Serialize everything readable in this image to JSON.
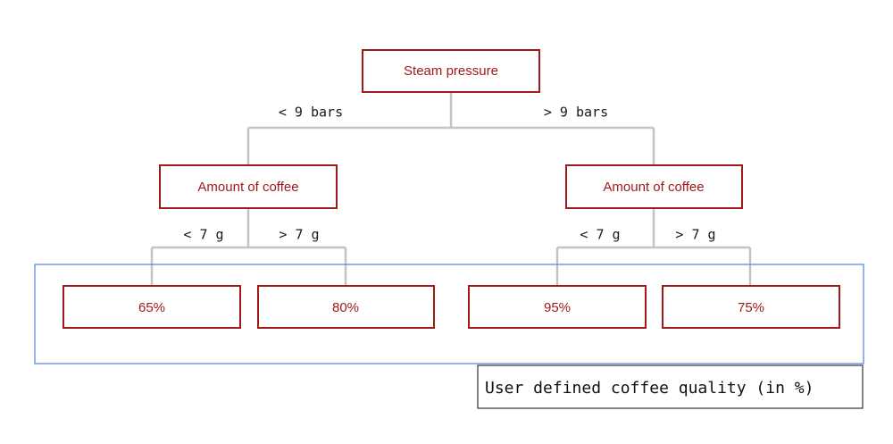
{
  "colors": {
    "node_border": "#a11a1a",
    "node_text": "#a11a1a",
    "edge": "#c4c4c4",
    "group_border": "#4a86d8",
    "caption_border": "#333333"
  },
  "root": {
    "label": "Steam pressure"
  },
  "root_edges": {
    "left_label": "< 9 bars",
    "right_label": "> 9 bars"
  },
  "left_node": {
    "label": "Amount of coffee"
  },
  "right_node": {
    "label": "Amount of coffee"
  },
  "left_edges": {
    "left_label": "< 7 g",
    "right_label": "> 7 g"
  },
  "right_edges": {
    "left_label": "< 7 g",
    "right_label": "> 7 g"
  },
  "leaves": [
    {
      "label": "65%"
    },
    {
      "label": "80%"
    },
    {
      "label": "95%"
    },
    {
      "label": "75%"
    }
  ],
  "caption": "User defined coffee quality (in %)"
}
